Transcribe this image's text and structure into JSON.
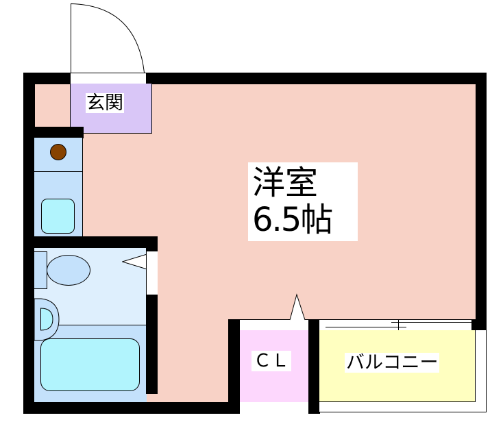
{
  "floorplan": {
    "rooms": {
      "western_room": {
        "label_line1": "洋室",
        "label_line2": "6.5帖",
        "color": "#f8d2c6"
      },
      "entrance": {
        "label": "玄関",
        "color": "#d9c6f7"
      },
      "closet": {
        "label": "ＣＬ",
        "color": "#fdd7fd"
      },
      "balcony": {
        "label": "バルコニー",
        "color": "#ffffc0"
      },
      "kitchen": {
        "color": "#c4e1fb"
      },
      "bathroom": {
        "color": "#deeffd",
        "tub_color": "#c4e1fb",
        "fixture_color": "#b1f4fd"
      }
    },
    "colors": {
      "wall": "#000000",
      "stove_burner": "#874300"
    }
  }
}
